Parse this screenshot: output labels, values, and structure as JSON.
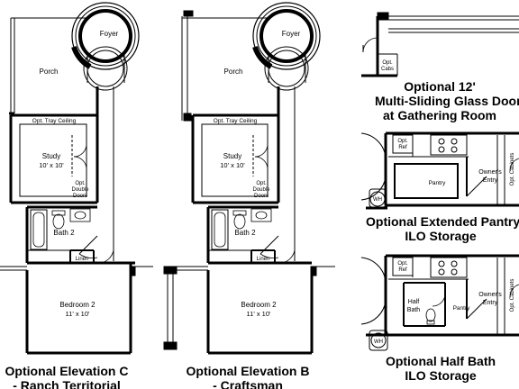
{
  "plans": [
    {
      "rooms": {
        "foyer": "Foyer",
        "porch": "Porch",
        "tray": "Opt. Tray Ceiling",
        "study": "Study",
        "study_dim": "10' x 10'",
        "double_doors_1": "Opt.",
        "double_doors_2": "Double",
        "double_doors_3": "Doors",
        "bath": "Bath 2",
        "linen": "Linen",
        "bedroom": "Bedroom 2",
        "bedroom_dim": "11' x 10'"
      },
      "caption_line1": "Optional Elevation C",
      "caption_line2": "- Ranch Territorial"
    },
    {
      "rooms": {
        "foyer": "Foyer",
        "porch": "Porch",
        "tray": "Opt. Tray Ceiling",
        "study": "Study",
        "study_dim": "10' x 10'",
        "double_doors_1": "Opt.",
        "double_doors_2": "Double",
        "double_doors_3": "Doors",
        "bath": "Bath 2",
        "linen": "Linen",
        "bedroom": "Bedroom 2",
        "bedroom_dim": "11' x 10'"
      },
      "caption_line1": "Optional Elevation B",
      "caption_line2": "- Craftsman"
    }
  ],
  "options": {
    "glass_door": {
      "cabs_1": "Opt.",
      "cabs_2": "Cabs",
      "caption_line1": "Optional 12'",
      "caption_line2": "Multi-Sliding Glass Door",
      "caption_line3": "at Gathering Room"
    },
    "pantry": {
      "ref_1": "Opt.",
      "ref_2": "Ref",
      "pantry": "Pantry",
      "owners_1": "Owner's",
      "owners_2": "Entry",
      "cabinets": "Opt. Cabinets",
      "wh": "WH",
      "caption_line1": "Optional Extended Pantry",
      "caption_line2": "ILO Storage"
    },
    "half_bath": {
      "ref_1": "Opt.",
      "ref_2": "Ref",
      "half_bath_1": "Half",
      "half_bath_2": "Bath",
      "pantry": "Pantry",
      "owners_1": "Owner's",
      "owners_2": "Entry",
      "cabinets": "Opt. Cabinets",
      "wh": "WH",
      "caption_line1": "Optional Half Bath",
      "caption_line2": "ILO Storage"
    }
  }
}
